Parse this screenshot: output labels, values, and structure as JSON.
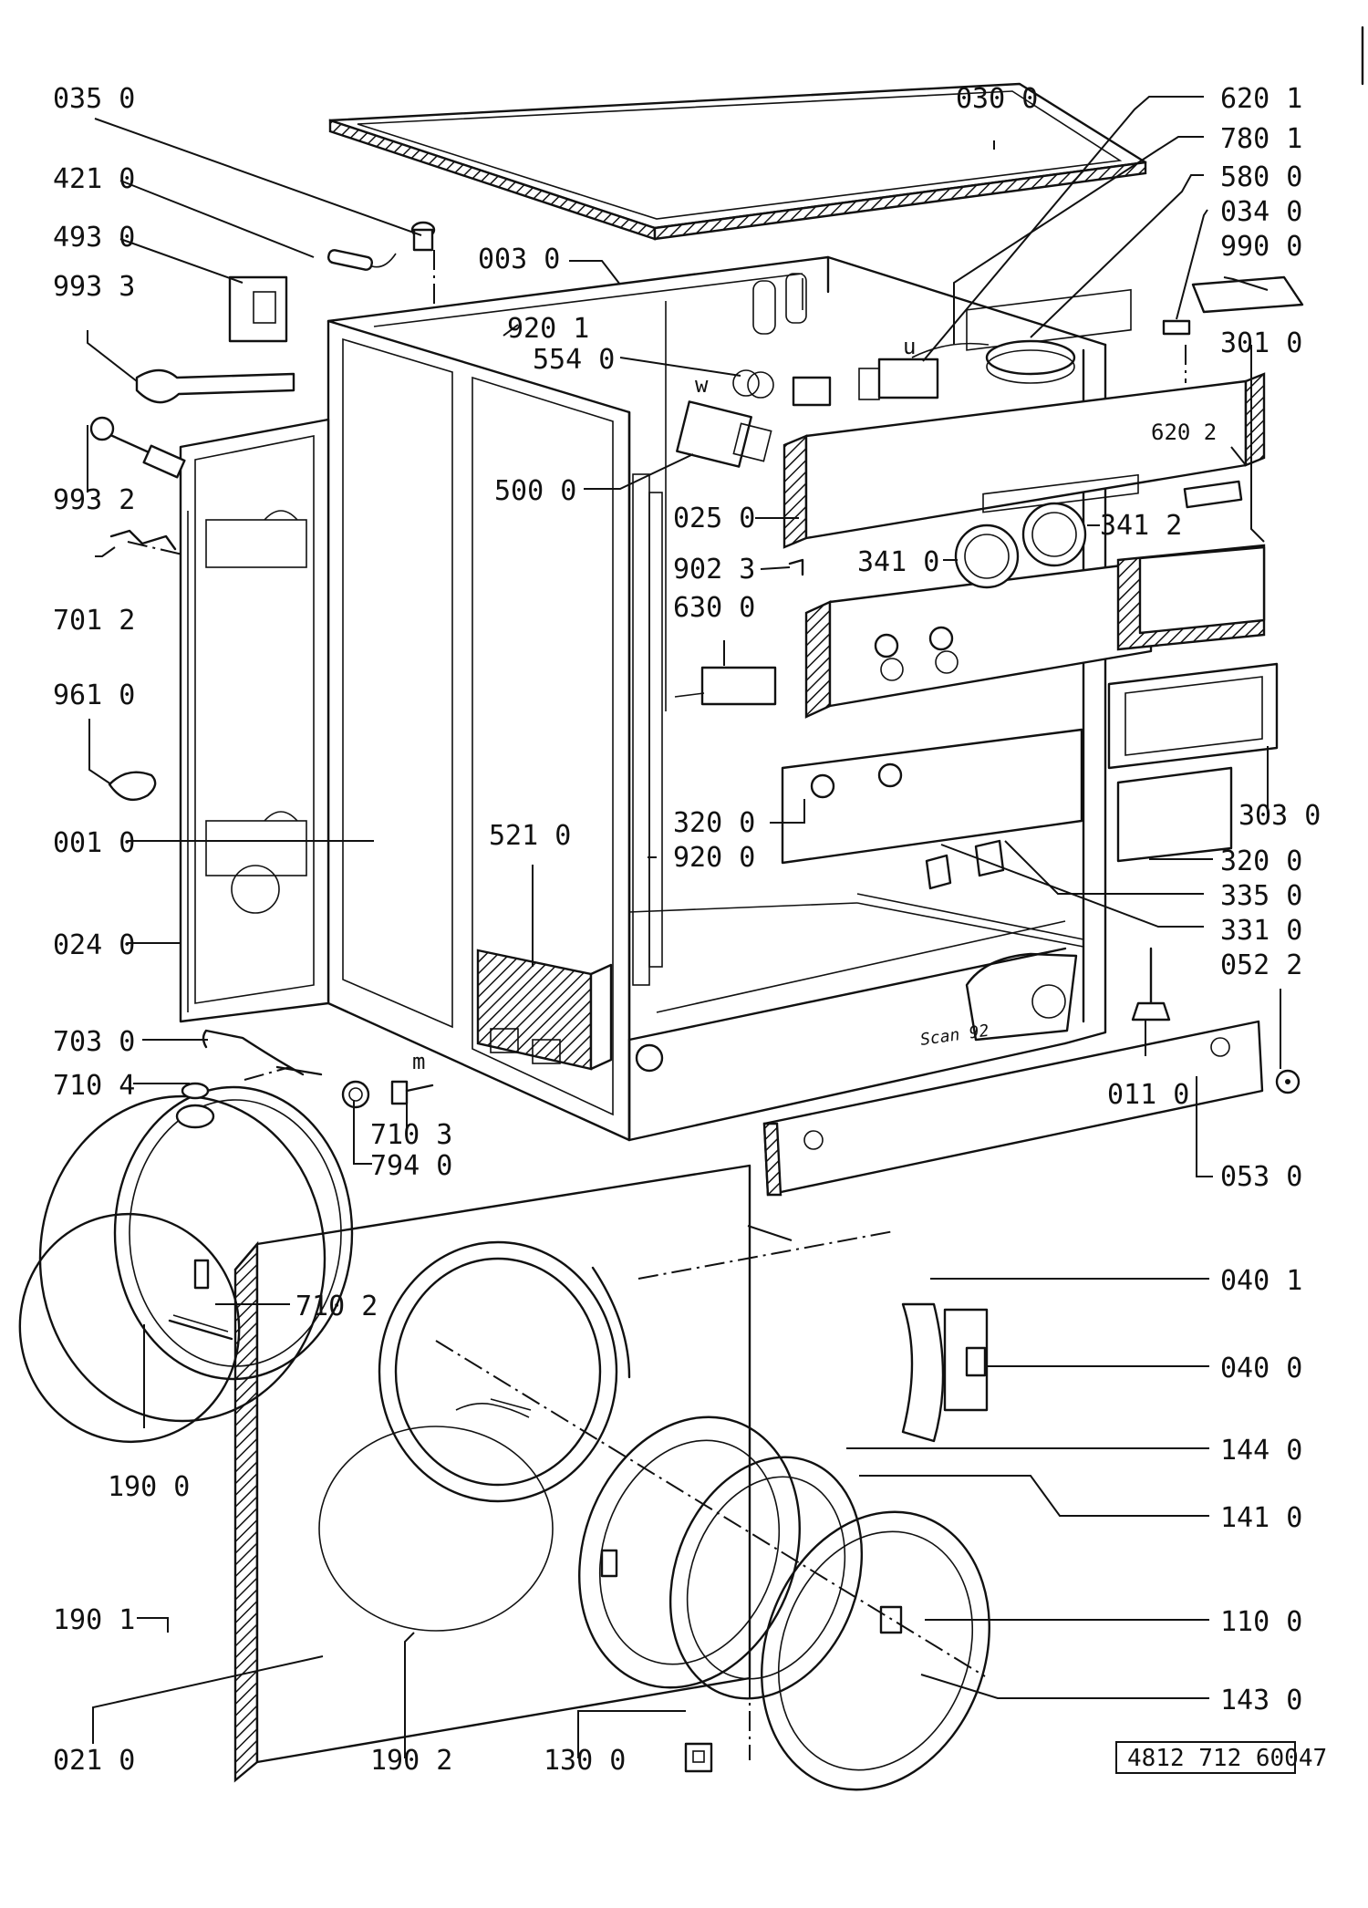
{
  "drawing_reference": "4812 712 60047",
  "hand_letters": {
    "u": "u",
    "w": "w",
    "m": "m"
  },
  "labels": [
    {
      "id": "l1",
      "text": "035 0"
    },
    {
      "id": "l2",
      "text": "421 0"
    },
    {
      "id": "l3",
      "text": "493 0"
    },
    {
      "id": "l4",
      "text": "993 3"
    },
    {
      "id": "l5",
      "text": "993 2"
    },
    {
      "id": "l6",
      "text": "701 2"
    },
    {
      "id": "l7",
      "text": "961 0"
    },
    {
      "id": "l8",
      "text": "001 0"
    },
    {
      "id": "l9",
      "text": "024 0"
    },
    {
      "id": "l10",
      "text": "703 0"
    },
    {
      "id": "l11",
      "text": "710 4"
    },
    {
      "id": "l12",
      "text": "710 3"
    },
    {
      "id": "l13",
      "text": "794 0"
    },
    {
      "id": "l14",
      "text": "710 2"
    },
    {
      "id": "l15",
      "text": "190 0"
    },
    {
      "id": "l16",
      "text": "190 1"
    },
    {
      "id": "l17",
      "text": "021 0"
    },
    {
      "id": "l18",
      "text": "190 2"
    },
    {
      "id": "l19",
      "text": "130 0"
    },
    {
      "id": "l20",
      "text": "030 0"
    },
    {
      "id": "l21",
      "text": "003 0"
    },
    {
      "id": "l22",
      "text": "920 1"
    },
    {
      "id": "l23",
      "text": "554 0"
    },
    {
      "id": "l24",
      "text": "500 0"
    },
    {
      "id": "l25",
      "text": "025 0"
    },
    {
      "id": "l26",
      "text": "902 3"
    },
    {
      "id": "l27",
      "text": "630 0"
    },
    {
      "id": "l28",
      "text": "341 0"
    },
    {
      "id": "l29",
      "text": "341 2"
    },
    {
      "id": "l30",
      "text": "521 0"
    },
    {
      "id": "l31",
      "text": "320 0"
    },
    {
      "id": "l32",
      "text": "920 0"
    },
    {
      "id": "l33",
      "text": "620 1"
    },
    {
      "id": "l34",
      "text": "780 1"
    },
    {
      "id": "l35",
      "text": "580 0"
    },
    {
      "id": "l36",
      "text": "034 0"
    },
    {
      "id": "l37",
      "text": "990 0"
    },
    {
      "id": "l38",
      "text": "301 0"
    },
    {
      "id": "l39",
      "text": "620 2"
    },
    {
      "id": "l40",
      "text": "303 0"
    },
    {
      "id": "l41",
      "text": "320 0"
    },
    {
      "id": "l42",
      "text": "335 0"
    },
    {
      "id": "l43",
      "text": "331 0"
    },
    {
      "id": "l44",
      "text": "052 2"
    },
    {
      "id": "l45",
      "text": "011 0"
    },
    {
      "id": "l46",
      "text": "053 0"
    },
    {
      "id": "l47",
      "text": "040 1"
    },
    {
      "id": "l48",
      "text": "040 0"
    },
    {
      "id": "l49",
      "text": "144 0"
    },
    {
      "id": "l50",
      "text": "141 0"
    },
    {
      "id": "l51",
      "text": "110 0"
    },
    {
      "id": "l52",
      "text": "143 0"
    }
  ]
}
